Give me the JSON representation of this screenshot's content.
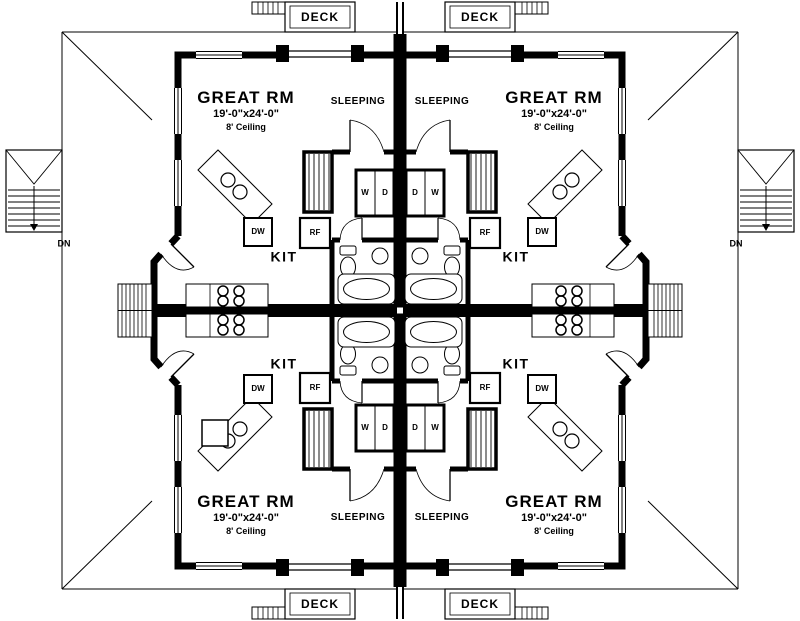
{
  "colors": {
    "ink": "#000000",
    "background": "#ffffff"
  },
  "units": {
    "upper_left": {
      "great_room": {
        "label": "GREAT RM",
        "dimensions": "19'-0\"x24'-0\"",
        "ceiling": "8' Ceiling"
      },
      "sleeping_label": "SLEEPING",
      "kitchen_label": "KIT",
      "deck_label": "DECK",
      "appliances": {
        "dishwasher": "DW",
        "refrigerator": "RF",
        "washer": "W",
        "dryer": "D"
      }
    },
    "upper_right": {
      "great_room": {
        "label": "GREAT RM",
        "dimensions": "19'-0\"x24'-0\"",
        "ceiling": "8' Ceiling"
      },
      "sleeping_label": "SLEEPING",
      "kitchen_label": "KIT",
      "deck_label": "DECK",
      "appliances": {
        "dishwasher": "DW",
        "refrigerator": "RF",
        "washer": "W",
        "dryer": "D"
      }
    },
    "lower_left": {
      "great_room": {
        "label": "GREAT RM",
        "dimensions": "19'-0\"x24'-0\"",
        "ceiling": "8' Ceiling"
      },
      "sleeping_label": "SLEEPING",
      "kitchen_label": "KIT",
      "deck_label": "DECK",
      "appliances": {
        "dishwasher": "DW",
        "refrigerator": "RF",
        "washer": "W",
        "dryer": "D"
      }
    },
    "lower_right": {
      "great_room": {
        "label": "GREAT RM",
        "dimensions": "19'-0\"x24'-0\"",
        "ceiling": "8' Ceiling"
      },
      "sleeping_label": "SLEEPING",
      "kitchen_label": "KIT",
      "deck_label": "DECK",
      "appliances": {
        "dishwasher": "DW",
        "refrigerator": "RF",
        "washer": "W",
        "dryer": "D"
      }
    }
  },
  "stairs": {
    "left": {
      "label": "DN"
    },
    "right": {
      "label": "DN"
    }
  }
}
